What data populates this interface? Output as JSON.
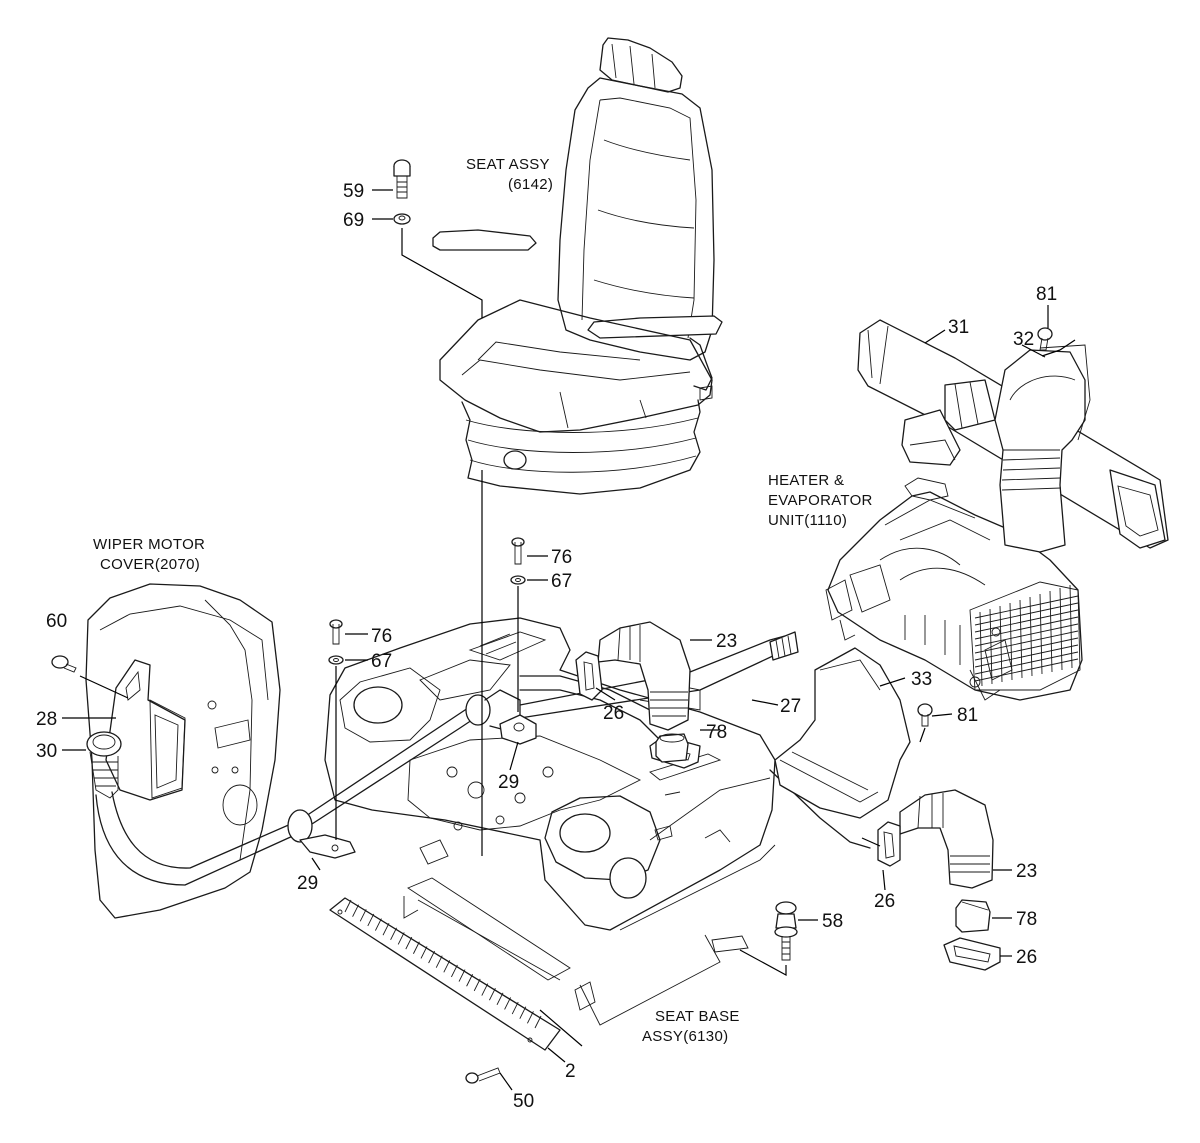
{
  "assemblies": {
    "seat": {
      "line1": "SEAT ASSY",
      "line2": "(6142)"
    },
    "heater": {
      "line1": "HEATER &",
      "line2": "EVAPORATOR",
      "line3": "UNIT(1110)"
    },
    "wiper": {
      "line1": "WIPER MOTOR",
      "line2": "COVER(2070)"
    },
    "seat_base": {
      "line1": "SEAT BASE",
      "line2": "ASSY(6130)"
    }
  },
  "callouts": {
    "c59": "59",
    "c69": "69",
    "c81a": "81",
    "c31": "31",
    "c32": "32",
    "c76a": "76",
    "c67a": "67",
    "c76b": "76",
    "c67b": "67",
    "c60": "60",
    "c28": "28",
    "c30": "30",
    "c23a": "23",
    "c26a": "26",
    "c27": "27",
    "c78a": "78",
    "c33": "33",
    "c81b": "81",
    "c29a": "29",
    "c29b": "29",
    "c26b": "26",
    "c23b": "23",
    "c78b": "78",
    "c26c": "26",
    "c58": "58",
    "c2": "2",
    "c50": "50"
  }
}
